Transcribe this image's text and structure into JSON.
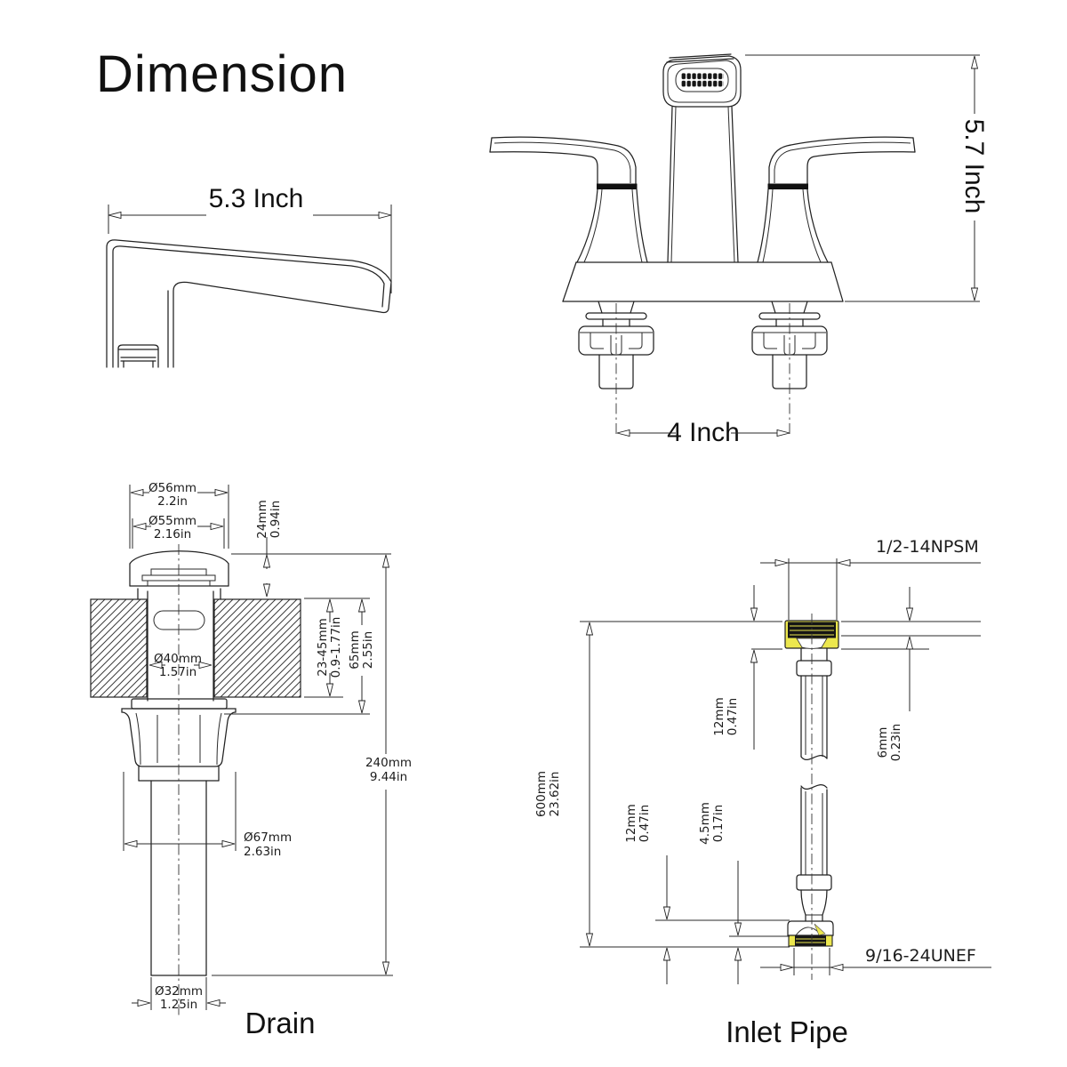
{
  "title": "Dimension",
  "spout_view": {
    "width_label": "5.3 Inch"
  },
  "front_view": {
    "height_label": "5.7 Inch",
    "handle_spacing_label": "4 Inch"
  },
  "drain_view": {
    "caption": "Drain",
    "cap_outer_mm": "Ø56mm",
    "cap_outer_in": "2.2in",
    "cap_inner_mm": "Ø55mm",
    "cap_inner_in": "2.16in",
    "cap_height_mm": "24mm",
    "cap_height_in": "0.94in",
    "body_mm": "Ø40mm",
    "body_in": "1.57in",
    "deck_range_mm": "23-45mm",
    "deck_range_in": "0.9-1.77in",
    "upper_mm": "65mm",
    "upper_in": "2.55in",
    "total_mm": "240mm",
    "total_in": "9.44in",
    "nut_mm": "Ø67mm",
    "nut_in": "2.63in",
    "tail_mm": "Ø32mm",
    "tail_in": "1.25in"
  },
  "inlet_view": {
    "caption": "Inlet Pipe",
    "top_thread": "1/2-14NPSM",
    "bottom_thread": "9/16-24UNEF",
    "length_mm": "600mm",
    "length_in": "23.62in",
    "top_nut_mm": "12mm",
    "top_nut_in": "0.47in",
    "top_gap_mm": "6mm",
    "top_gap_in": "0.23in",
    "bottom_nut_mm": "12mm",
    "bottom_nut_in": "0.47in",
    "bottom_gap_mm": "4.5mm",
    "bottom_gap_in": "0.17in"
  },
  "colors": {
    "line": "#222222",
    "highlight_yellow": "#ece74e",
    "thread_black": "#151515"
  }
}
